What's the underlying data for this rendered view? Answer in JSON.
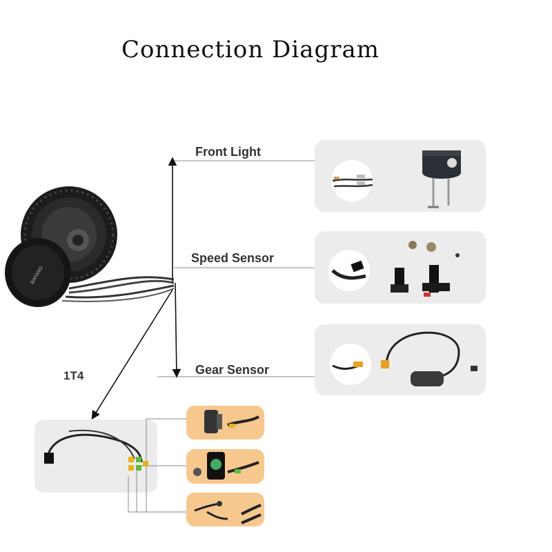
{
  "title": "Connection Diagram",
  "labels": {
    "front_light": "Front Light",
    "speed_sensor": "Speed Sensor",
    "gear_sensor": "Gear Sensor",
    "harness": "1T4"
  },
  "motor": {
    "brand_text": "BAFANG"
  },
  "colors": {
    "panel_gray": "#ececec",
    "panel_orange": "#f6c88e",
    "line": "#111111",
    "connector_yellow": "#e8b21c",
    "connector_green": "#5cbc3c"
  }
}
